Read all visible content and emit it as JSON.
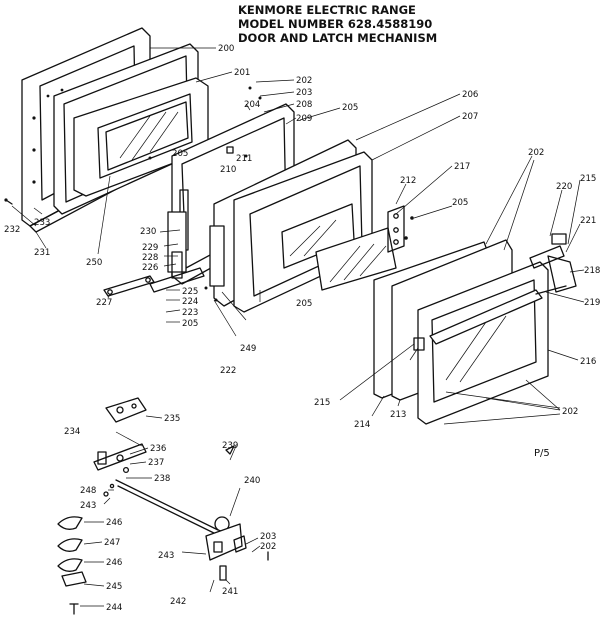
{
  "title": {
    "line1": "KENMORE ELECTRIC RANGE",
    "line2": "MODEL NUMBER 628.4588190",
    "line3": "DOOR AND LATCH MECHANISM"
  },
  "page_ref": "P/5",
  "callouts": {
    "c200": "200",
    "c201": "201",
    "c202a": "202",
    "c203a": "203",
    "c204": "204",
    "c208": "208",
    "c205a": "205",
    "c209": "209",
    "c206": "206",
    "c207": "207",
    "c211": "211",
    "c210": "210",
    "c205b": "205",
    "c217": "217",
    "c212": "212",
    "c202b": "202",
    "c220": "220",
    "c215a": "215",
    "c205c": "205",
    "c221": "221",
    "c218": "218",
    "c219": "219",
    "c233": "233",
    "c232": "232",
    "c231": "231",
    "c250": "250",
    "c230": "230",
    "c229": "229",
    "c228": "228",
    "c226": "226",
    "c227": "227",
    "c225": "225",
    "c224": "224",
    "c223": "223",
    "c205d": "205",
    "c249": "249",
    "c222": "222",
    "c205e": "205",
    "c216": "216",
    "c215b": "215",
    "c214": "214",
    "c213": "213",
    "c202c": "202",
    "c235": "235",
    "c234": "234",
    "c236": "236",
    "c237": "237",
    "c238": "238",
    "c239": "239",
    "c248": "248",
    "c243a": "243",
    "c240": "240",
    "c246a": "246",
    "c247": "247",
    "c246b": "246",
    "c243b": "243",
    "c203b": "203",
    "c202d": "202",
    "c245": "245",
    "c242": "242",
    "c241": "241",
    "c244": "244"
  }
}
